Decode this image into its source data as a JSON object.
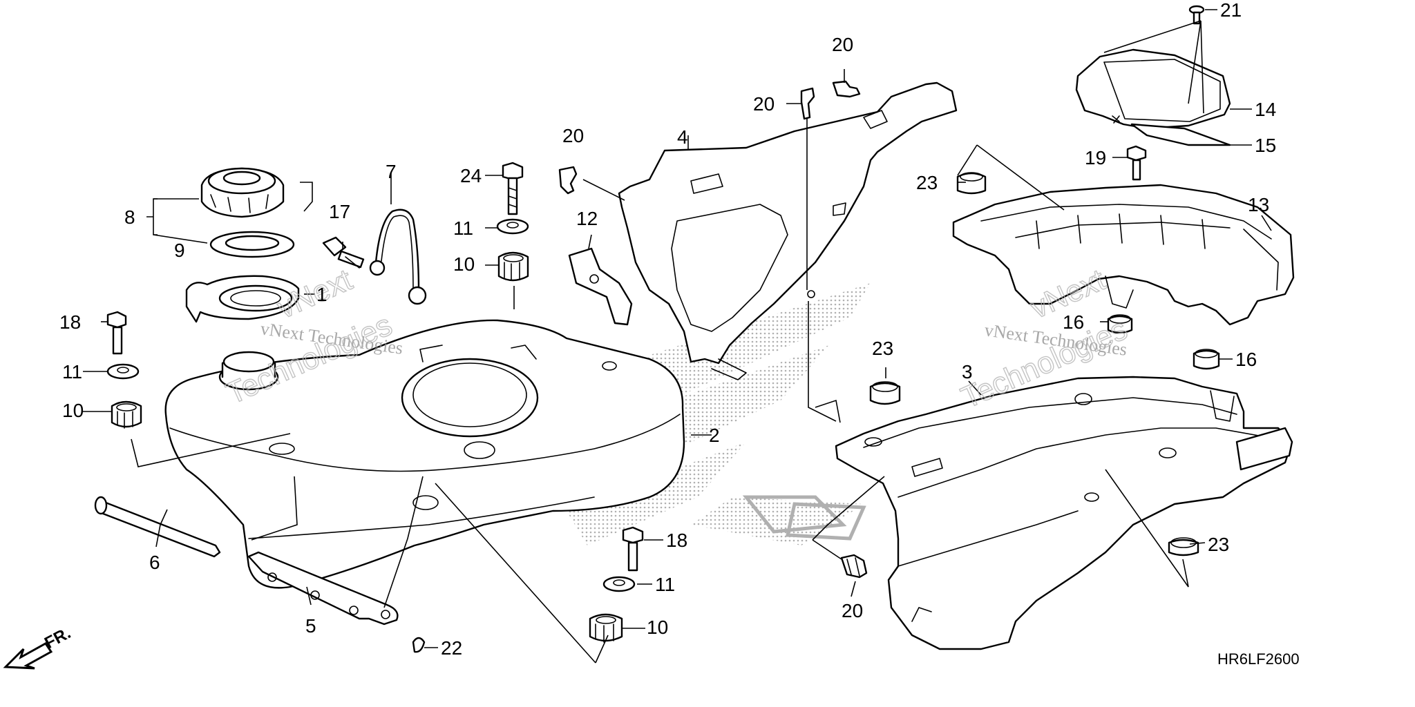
{
  "callouts": {
    "c1": "1",
    "c2": "2",
    "c3": "3",
    "c4": "4",
    "c5": "5",
    "c6": "6",
    "c7": "7",
    "c8": "8",
    "c9": "9",
    "c10a": "10",
    "c10b": "10",
    "c10c": "10",
    "c11a": "11",
    "c11b": "11",
    "c11c": "11",
    "c12": "12",
    "c13": "13",
    "c14": "14",
    "c15": "15",
    "c16a": "16",
    "c16b": "16",
    "c17": "17",
    "c18a": "18",
    "c18b": "18",
    "c19": "19",
    "c20a": "20",
    "c20b": "20",
    "c20c": "20",
    "c20d": "20",
    "c21": "21",
    "c22": "22",
    "c23a": "23",
    "c23b": "23",
    "c23c": "23",
    "c24": "24"
  },
  "diagram_code": "HR6LF2600",
  "direction": {
    "label": "FR.",
    "icon": "front-direction-arrow-icon"
  },
  "watermarks": {
    "left_small": "vNext Technologies",
    "left_big_1": "vNext",
    "left_big_2": "Technologies",
    "right_small": "vNext Technologies",
    "right_big_1": "vNext",
    "right_big_2": "Technologies"
  },
  "colors": {
    "line": "#000000",
    "watermark": "#8c8c8c",
    "halftone": "#b0b0b0"
  }
}
